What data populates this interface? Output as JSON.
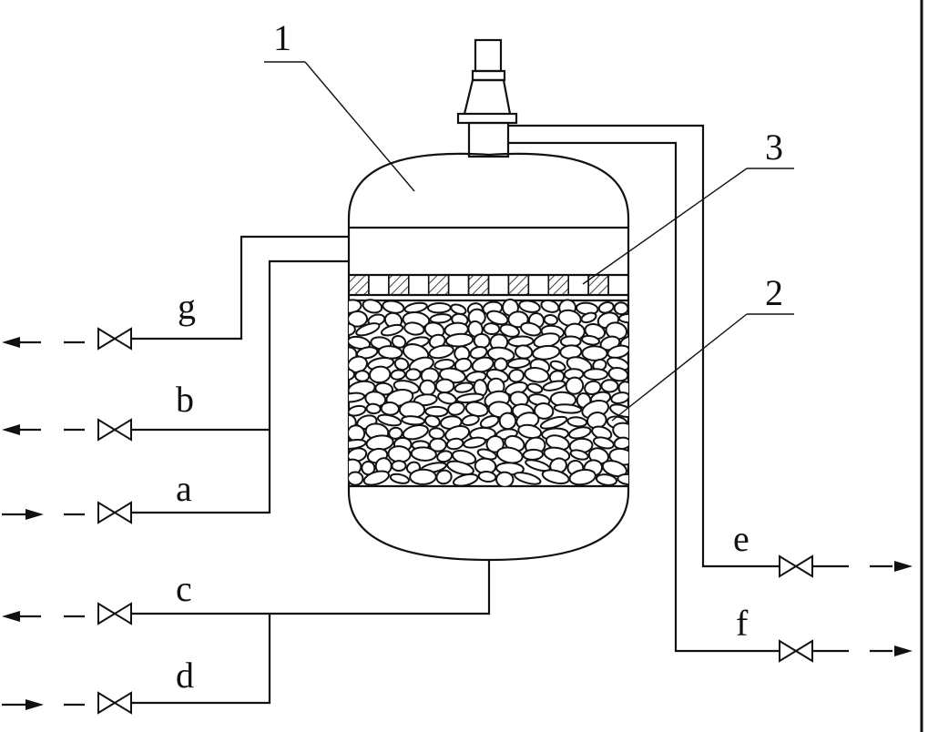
{
  "callouts": {
    "vessel": "1",
    "packing": "2",
    "distributor": "3"
  },
  "lines": {
    "g": "g",
    "b": "b",
    "a": "a",
    "c": "c",
    "d": "d",
    "e": "e",
    "f": "f"
  },
  "colors": {
    "ink": "#111111",
    "background": "#ffffff"
  }
}
